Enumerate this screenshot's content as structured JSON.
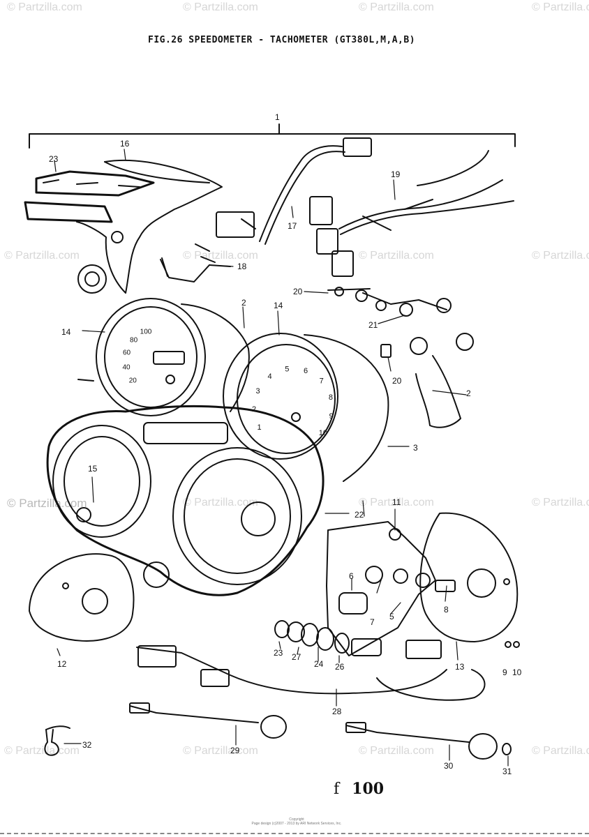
{
  "title": "FIG.26  SPEEDOMETER - TACHOMETER (GT380L,M,A,B)",
  "page_number": "100",
  "page_prefix": "f",
  "watermark": "© Partzilla.com",
  "copyright": {
    "line1": "Copyright",
    "line2": "Page design (c)2007 - 2013 by ARI Network Services, Inc."
  },
  "callouts": [
    "1",
    "16",
    "23",
    "17",
    "19",
    "18",
    "14",
    "2",
    "14",
    "20",
    "21",
    "20",
    "2",
    "3",
    "15",
    "22",
    "11",
    "6",
    "5",
    "7",
    "8",
    "12",
    "23",
    "27",
    "24",
    "26",
    "13",
    "9",
    "10",
    "28",
    "29",
    "32",
    "30",
    "31"
  ],
  "dial_numbers": {
    "tach": [
      "1",
      "2",
      "3",
      "4",
      "5",
      "6",
      "7",
      "8",
      "9",
      "10"
    ],
    "speedo": [
      "20",
      "40",
      "60",
      "80",
      "100"
    ]
  }
}
